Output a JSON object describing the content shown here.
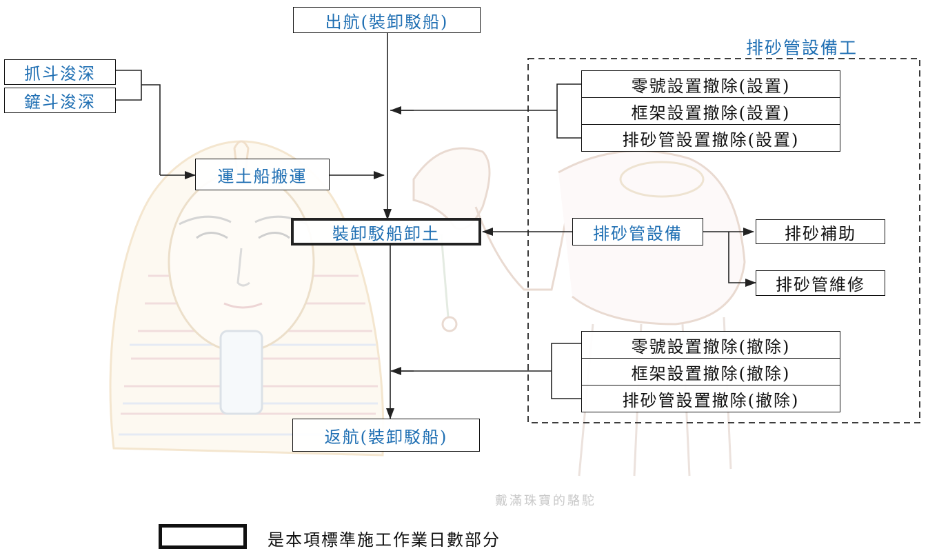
{
  "diagram": {
    "depart": "出航(裝卸駁船)",
    "grab_dredge": "抓斗浚深",
    "bucket_dredge": "鏟斗浚深",
    "soil_transport": "運土船搬運",
    "unload": "裝卸駁船卸土",
    "return": "返航(裝卸駁船)",
    "pipe_group_title": "排砂管設備工",
    "setup": [
      "零號設置撤除(設置)",
      "框架設置撤除(設置)",
      "排砂管設置撤除(設置)"
    ],
    "pipe_equipment": "排砂管設備",
    "pipe_assist": "排砂補助",
    "pipe_repair": "排砂管維修",
    "removal": [
      "零號設置撤除(撤除)",
      "框架設置撤除(撤除)",
      "排砂管設置撤除(撤除)"
    ],
    "watermark": "戴滿珠寶的駱駝",
    "legend_text": "是本項標準施工作業日數部分"
  }
}
